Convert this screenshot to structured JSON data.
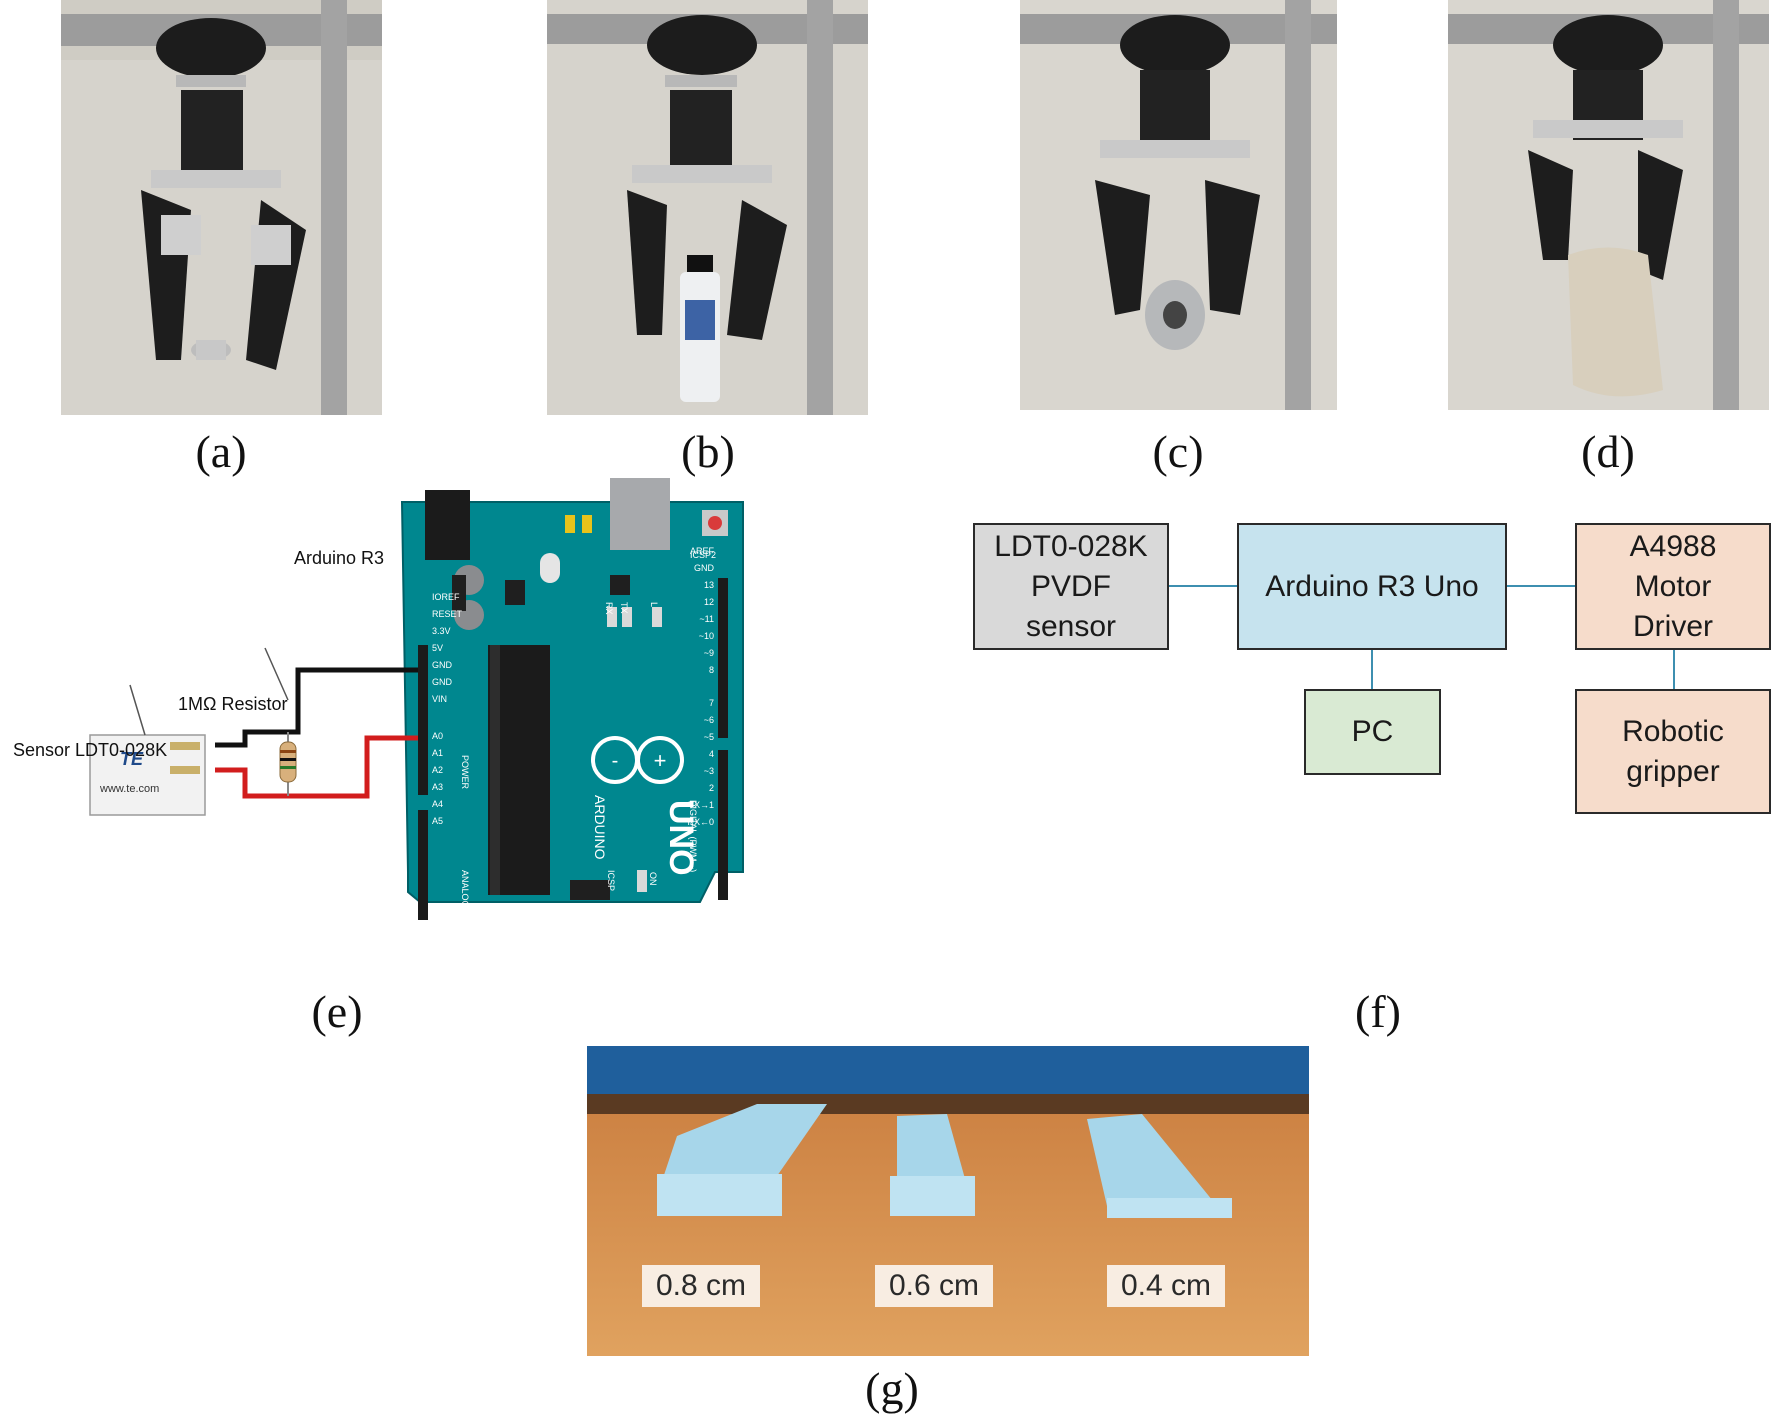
{
  "captions": {
    "a": "(a)",
    "b": "(b)",
    "c": "(c)",
    "d": "(d)",
    "e": "(e)",
    "f": "(f)",
    "g": "(g)"
  },
  "wiring": {
    "board_label": "Arduino R3",
    "resistor_label": "1MΩ Resistor",
    "sensor_label": "Sensor LDT0-028K",
    "sensor_brand": "TE",
    "sensor_url": "www.te.com",
    "board_brand": "ARDUINO",
    "board_model": "UNO",
    "power_header": [
      "IOREF",
      "RESET",
      "3.3V",
      "5V",
      "GND",
      "GND",
      "VIN"
    ],
    "analog_header": [
      "A0",
      "A1",
      "A2",
      "A3",
      "A4",
      "A5"
    ],
    "digital_high": [
      "AREF",
      "GND",
      "13",
      "12",
      "~11",
      "~10",
      "~9",
      "8"
    ],
    "digital_low": [
      "7",
      "~6",
      "~5",
      "4",
      "~3",
      "2",
      "TX→1",
      "RX←0"
    ],
    "power_group": "POWER",
    "analog_group": "ANALOG IN",
    "digital_group": "DIGITAL (PWM ~)",
    "led_labels": [
      "RX",
      "TX",
      "L"
    ],
    "icsp_label": "ICSP",
    "icsp2_label": "ICSP2",
    "on_label": "ON"
  },
  "block_diagram": {
    "sensor": "LDT0-028K\nPVDF\nsensor",
    "controller": "Arduino R3 Uno",
    "driver": "A4988\nMotor\nDriver",
    "pc": "PC",
    "gripper": "Robotic\ngripper",
    "colors": {
      "sensor": "#d9d9d9",
      "controller": "#c6e3ee",
      "driver": "#f6dccb",
      "pc": "#d9ead3",
      "gripper": "#f6dccb"
    }
  },
  "samples": {
    "thick_1": "0.8 cm",
    "thick_2": "0.6 cm",
    "thick_3": "0.4 cm"
  }
}
